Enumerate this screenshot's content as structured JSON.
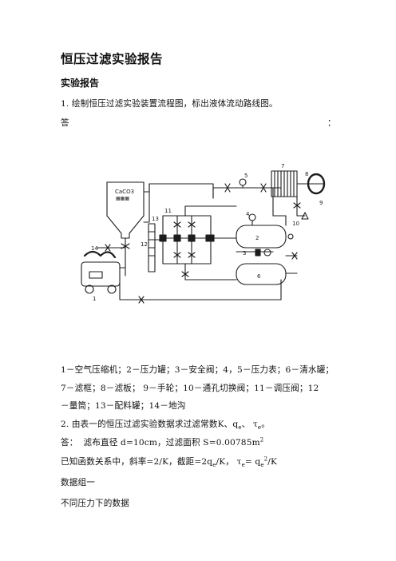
{
  "title": "恒压过滤实验报告",
  "section_heading": "实验报告",
  "question1": "1. 绘制恒压过滤实验装置流程图，标出液体流动路线图。",
  "answer_label": "答",
  "answer_colon": "：",
  "diagram": {
    "tank_label": "CaCO3",
    "callouts": [
      "1",
      "2",
      "3",
      "4",
      "5",
      "6",
      "7",
      "8",
      "9",
      "10",
      "11",
      "12",
      "13",
      "14"
    ]
  },
  "legend": {
    "line1": "1－空气压缩机；2－压力罐；3－安全阀；4，5－压力表；6－清水罐；",
    "line2": "7－滤框；8－滤板；  9－手轮；10－通孔切换阀；11－调压阀；12",
    "line3": "－量筒；13－配料罐；14－地沟"
  },
  "question2": "2. 由表一的恒压过滤实验数据求过滤常数K、q",
  "question2_sub1": "e",
  "question2_mid": "、 τ",
  "question2_sub2": "e",
  "question2_end": "。",
  "answer2_label": "答：",
  "answer2_text": "滤布直径 d=10cm，过滤面积 S=0.00785m",
  "answer2_sup": "2",
  "known_text_a": "已知函数关系中，斜率=2/K，截距=2q",
  "known_sub1": "e",
  "known_text_b": "/K， τ",
  "known_sub2": "e",
  "known_text_c": "= q",
  "known_sub3": "e",
  "known_sup": "2",
  "known_text_d": "/K",
  "data_group": "数据组一",
  "diff_pressure": "不同压力下的数据"
}
